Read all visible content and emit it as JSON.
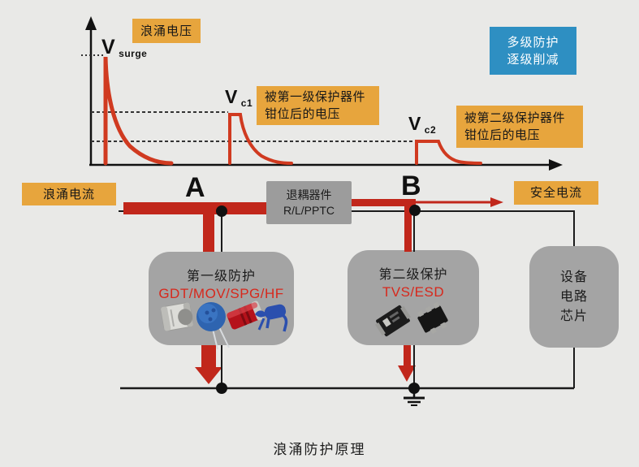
{
  "footer_title": "浪涌防护原理",
  "waveform_panel": {
    "surge_label": {
      "symbol": "V",
      "sub": "surge"
    },
    "vc1_label": {
      "symbol": "V",
      "sub": "c1"
    },
    "vc2_label": {
      "symbol": "V",
      "sub": "c2"
    },
    "surge_voltage_tag": "浪涌电压",
    "stage1_tag_line1": "被第一级保护器件",
    "stage1_tag_line2": "钳位后的电压",
    "stage2_tag_line1": "被第二级保护器件",
    "stage2_tag_line2": "钳位后的电压",
    "multistage_tag_line1": "多级防护",
    "multistage_tag_line2": "逐级削减",
    "relative_clamp_levels": {
      "v_surge": 1.0,
      "v_c1": 0.46,
      "v_c2": 0.21
    }
  },
  "circuit": {
    "surge_current_tag": "浪涌电流",
    "safe_current_tag": "安全电流",
    "node_a": "A",
    "node_b": "B",
    "decoupler_line1": "退耦器件",
    "decoupler_line2": "R/L/PPTC",
    "stage1_box": {
      "title": "第一级防护",
      "devices": "GDT/MOV/SPG/HF"
    },
    "stage2_box": {
      "title": "第二级保护",
      "devices": "TVS/ESD"
    },
    "load_box_line1": "设备",
    "load_box_line2": "电路",
    "load_box_line3": "芯片"
  },
  "colors": {
    "background": "#e9e9e7",
    "accent_orange": "#e7a53d",
    "accent_blue": "#2e8fc2",
    "thick_red": "#c1271b",
    "curve_red": "#d03a20",
    "box_gray": "#a4a4a4",
    "decoupler_gray": "#9c9c9c"
  }
}
